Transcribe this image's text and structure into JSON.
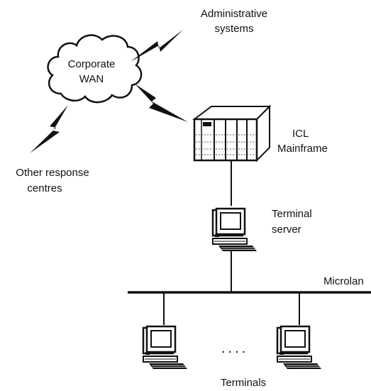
{
  "labels": {
    "cloud_line1": "Corporate",
    "cloud_line2": "WAN",
    "admin_line1": "Administrative",
    "admin_line2": "systems",
    "other_line1": "Other response",
    "other_line2": "centres",
    "mainframe_line1": "ICL",
    "mainframe_line2": "Mainframe",
    "server_line1": "Terminal",
    "server_line2": "server",
    "lan": "Microlan",
    "dots": "....",
    "terminals": "Terminals"
  },
  "icons": {
    "cloud": "cloud-icon",
    "mainframe": "mainframe-icon",
    "server": "computer-icon",
    "terminal": "computer-icon",
    "link": "lightning-bolt-icon"
  },
  "colors": {
    "ink": "#111111",
    "background": "#ffffff"
  }
}
